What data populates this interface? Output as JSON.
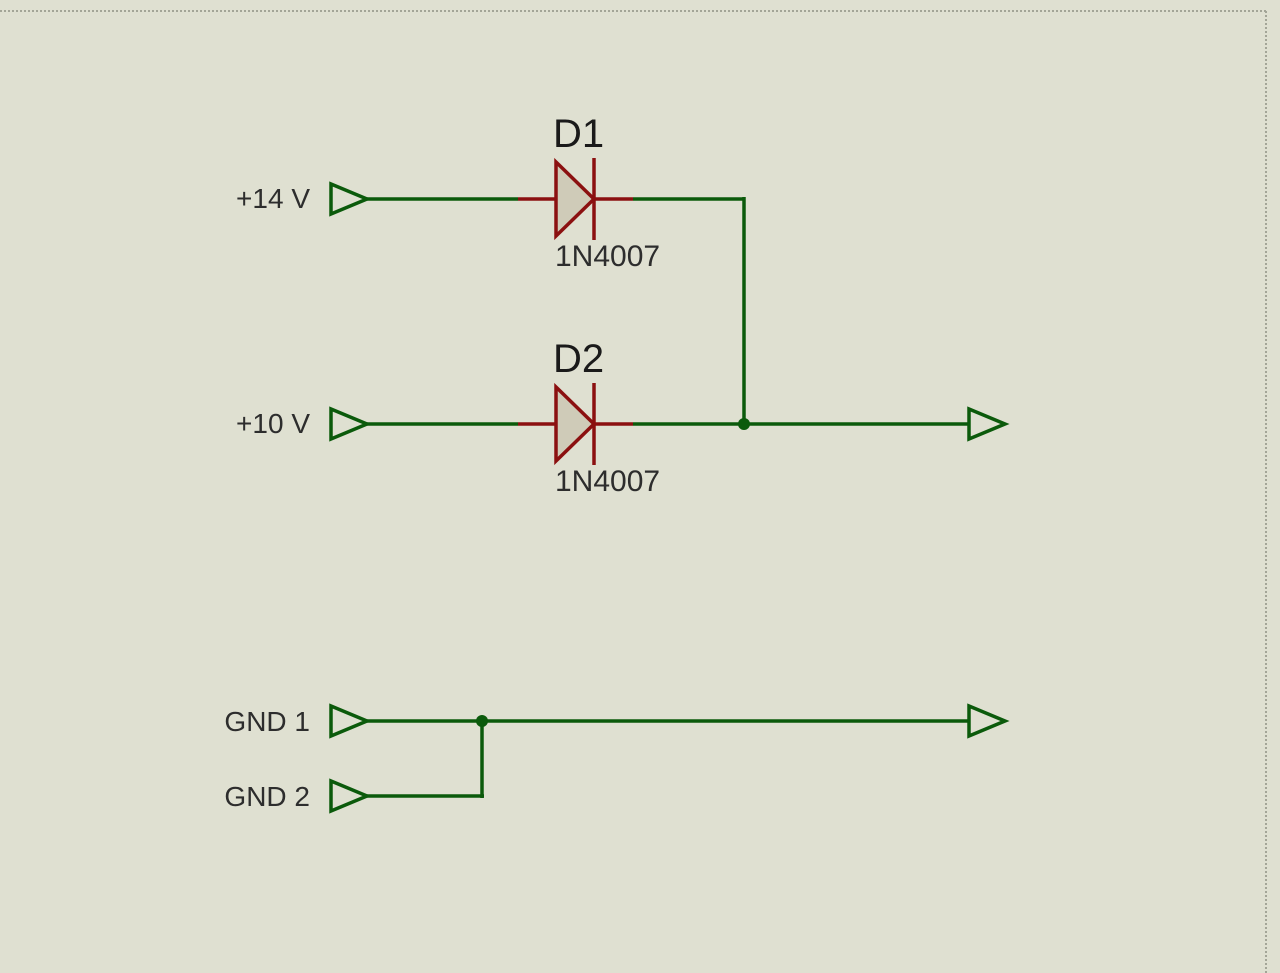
{
  "colors": {
    "background": "#dfe0d1",
    "wire": "#0b5a0b",
    "component": "#8b1010",
    "diode_fill": "#cfcbb8",
    "border": "#a3a597"
  },
  "terminals": {
    "plus14": {
      "label": "+14 V",
      "icon": "input-terminal-icon"
    },
    "plus10": {
      "label": "+10 V",
      "icon": "input-terminal-icon"
    },
    "gnd1": {
      "label": "GND 1",
      "icon": "input-terminal-icon"
    },
    "gnd2": {
      "label": "GND 2",
      "icon": "input-terminal-icon"
    },
    "out_power": {
      "label": "",
      "icon": "output-terminal-icon"
    },
    "out_ground": {
      "label": "",
      "icon": "output-terminal-icon"
    }
  },
  "components": {
    "d1": {
      "ref": "D1",
      "value": "1N4007",
      "icon": "diode-icon"
    },
    "d2": {
      "ref": "D2",
      "value": "1N4007",
      "icon": "diode-icon"
    }
  }
}
